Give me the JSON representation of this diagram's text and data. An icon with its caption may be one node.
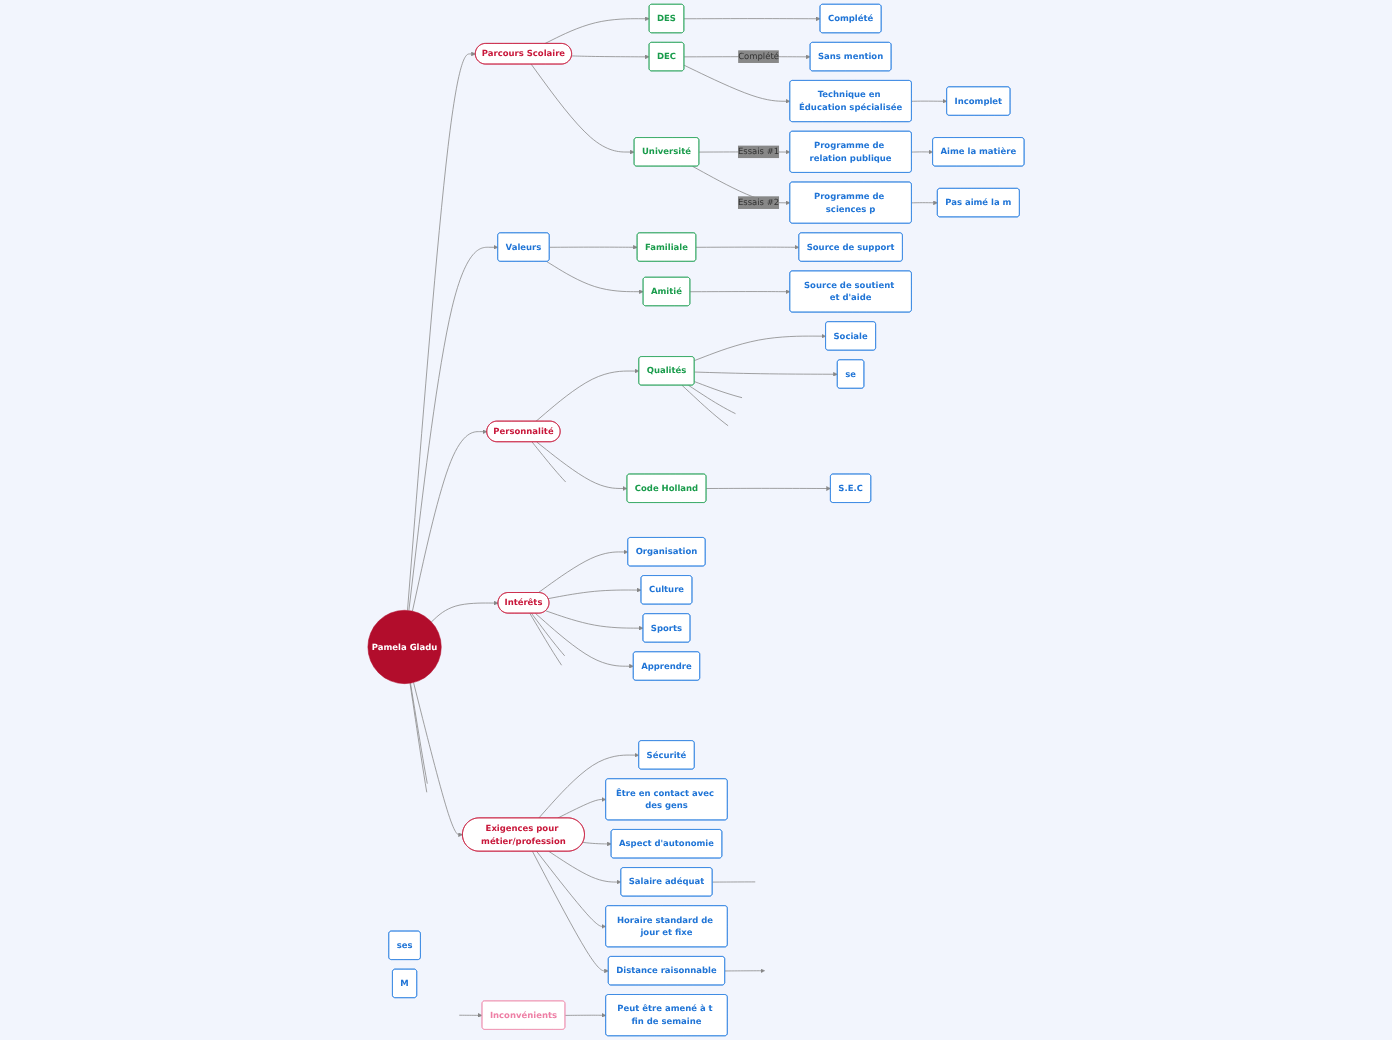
{
  "diagram": {
    "nodes": [
      {
        "text": [
          "Pamela Gladu"
        ]
      },
      {
        "text": [
          "Parcours Scolaire"
        ]
      },
      {
        "text": [
          "DES"
        ]
      },
      {
        "text": [
          "DEC"
        ]
      },
      {
        "text": [
          "Université"
        ]
      },
      {
        "text": [
          "Complété"
        ]
      },
      {
        "text": [
          "Sans mention"
        ]
      },
      {
        "text": [
          "Technique en Éducation spécialisée"
        ]
      },
      {
        "text": [
          "Incomplet"
        ]
      },
      {
        "text": [
          "Programme de relation publique"
        ]
      },
      {
        "text": [
          "Programme de sciences p"
        ]
      },
      {
        "text": [
          "Aime la matière"
        ]
      },
      {
        "text": [
          "Pas aimé la m"
        ]
      },
      {
        "text": [
          "Valeurs"
        ]
      },
      {
        "text": [
          "Familiale"
        ]
      },
      {
        "text": [
          "Amitié"
        ]
      },
      {
        "text": [
          "Source de support"
        ]
      },
      {
        "text": [
          "Source de soutient et d'aide"
        ]
      },
      {
        "text": [
          "Qualités"
        ]
      },
      {
        "text": [
          "Sociale"
        ]
      },
      {
        "text": [
          "se"
        ]
      },
      {
        "text": [
          "Personnalité"
        ]
      },
      {
        "text": [
          "Code Holland"
        ]
      },
      {
        "text": [
          "S.E.C"
        ]
      },
      {
        "text": [
          "ses"
        ]
      },
      {
        "text": [
          "Intérêts"
        ]
      },
      {
        "text": [
          "Organisation"
        ]
      },
      {
        "text": [
          "Culture"
        ]
      },
      {
        "text": [
          "Sports"
        ]
      },
      {
        "text": [
          "Apprendre"
        ]
      },
      {
        "text": [
          "Exigences pour métier/profession"
        ]
      },
      {
        "text": [
          "Sécurité"
        ]
      },
      {
        "text": [
          "Être en contact avec des gens"
        ]
      },
      {
        "text": [
          "Aspect d'autonomie"
        ]
      },
      {
        "text": [
          "Salaire adéquat"
        ]
      },
      {
        "text": [
          "Horaire standard de jour et fixe"
        ]
      },
      {
        "text": [
          "Distance raisonnable"
        ]
      },
      {
        "text": [
          "Inconvénients"
        ]
      },
      {
        "text": [
          "Peut être amené à t fin de semaine"
        ]
      },
      {
        "text": [
          "M"
        ]
      }
    ],
    "edges": [
      {
        "from": 0,
        "to": 1,
        "arrow": "to"
      },
      {
        "from": 1,
        "to": 2,
        "arrow": "to"
      },
      {
        "from": 1,
        "to": 3,
        "arrow": "to"
      },
      {
        "from": 1,
        "to": 4,
        "arrow": "to"
      },
      {
        "from": 2,
        "to": 5,
        "arrow": "to"
      },
      {
        "from": 3,
        "to": 6,
        "arrow": "to",
        "label": "Complété"
      },
      {
        "from": 3,
        "to": 7,
        "arrow": "to"
      },
      {
        "from": 7,
        "to": 8,
        "arrow": "to"
      },
      {
        "from": 4,
        "to": 9,
        "arrow": "to",
        "label": "Essais #1"
      },
      {
        "from": 4,
        "to": 10,
        "arrow": "to",
        "label": "Essais #2"
      },
      {
        "from": 9,
        "to": 11,
        "arrow": "to"
      },
      {
        "from": 10,
        "to": 12,
        "arrow": "to"
      },
      {
        "from": 0,
        "to": 13,
        "arrow": "to"
      },
      {
        "from": 13,
        "to": 14,
        "arrow": "to"
      },
      {
        "from": 13,
        "to": 15,
        "arrow": "to"
      },
      {
        "from": 14,
        "to": 16,
        "arrow": "to"
      },
      {
        "from": 15,
        "to": 17,
        "arrow": "to"
      },
      {
        "from": 0,
        "to": 21,
        "arrow": "to"
      },
      {
        "from": 21,
        "to": 18,
        "arrow": "to"
      },
      {
        "from": 18,
        "to": 19,
        "arrow": "to"
      },
      {
        "from": 18,
        "to": 20,
        "arrow": "to"
      },
      {
        "from": 18,
        "to": null,
        "arrow": "none"
      },
      {
        "from": 18,
        "to": null,
        "arrow": "none"
      },
      {
        "from": 18,
        "to": null,
        "arrow": "none"
      },
      {
        "from": 21,
        "to": 22,
        "arrow": "to"
      },
      {
        "from": 22,
        "to": 23,
        "arrow": "to"
      },
      {
        "from": 21,
        "to": null,
        "arrow": "none"
      },
      {
        "from": 0,
        "to": 25,
        "arrow": "to"
      },
      {
        "from": 25,
        "to": 26,
        "arrow": "to"
      },
      {
        "from": 25,
        "to": 27,
        "arrow": "to"
      },
      {
        "from": 25,
        "to": 28,
        "arrow": "to"
      },
      {
        "from": 25,
        "to": 29,
        "arrow": "to"
      },
      {
        "from": 25,
        "to": null,
        "arrow": "none"
      },
      {
        "from": 25,
        "to": null,
        "arrow": "none"
      },
      {
        "from": 0,
        "to": 30,
        "arrow": "to"
      },
      {
        "from": 30,
        "to": 31,
        "arrow": "to"
      },
      {
        "from": 30,
        "to": 32,
        "arrow": "to"
      },
      {
        "from": 30,
        "to": 33,
        "arrow": "to"
      },
      {
        "from": 30,
        "to": 34,
        "arrow": "to"
      },
      {
        "from": 30,
        "to": 35,
        "arrow": "to"
      },
      {
        "from": 30,
        "to": 36,
        "arrow": "to"
      },
      {
        "from": 36,
        "to": null,
        "arrow": "to"
      },
      {
        "from": 34,
        "to": null,
        "arrow": "none"
      },
      {
        "from": 0,
        "to": null,
        "arrow": "none"
      },
      {
        "from": null,
        "to": 37,
        "arrow": "to"
      },
      {
        "from": 37,
        "to": 38,
        "arrow": "to"
      },
      {
        "from": 0,
        "to": null,
        "arrow": "none"
      }
    ]
  }
}
